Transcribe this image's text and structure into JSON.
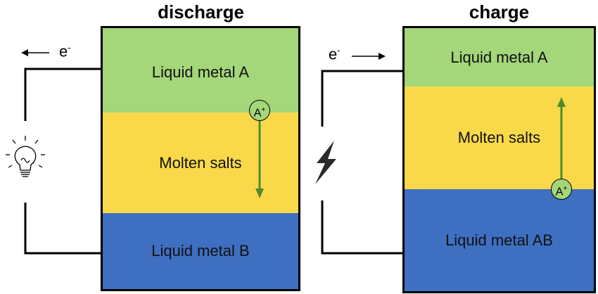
{
  "discharge": {
    "title": "discharge",
    "electron_label": "e",
    "electron_sup": "-",
    "electron_direction": "left",
    "layers": [
      {
        "label": "Liquid metal A",
        "color": "#a4d67a"
      },
      {
        "label": "Molten salts",
        "color": "#f9d94a"
      },
      {
        "label": "Liquid metal B",
        "color": "#3e6fc1"
      }
    ],
    "ion_label": "A",
    "ion_sup": "+",
    "ion_direction": "down",
    "load_icon": "light-bulb-icon"
  },
  "charge": {
    "title": "charge",
    "electron_label": "e",
    "electron_sup": "-",
    "electron_direction": "right",
    "layers": [
      {
        "label": "Liquid metal A",
        "color": "#a4d67a"
      },
      {
        "label": "Molten salts",
        "color": "#f9d94a"
      },
      {
        "label": "Liquid metal AB",
        "color": "#3e6fc1"
      }
    ],
    "ion_label": "A",
    "ion_sup": "+",
    "ion_direction": "up",
    "source_icon": "lightning-bolt-icon"
  },
  "colors": {
    "arrow_green": "#4e8a2a",
    "ion_circle_fill": "#a4d67a",
    "outline": "#000000"
  }
}
